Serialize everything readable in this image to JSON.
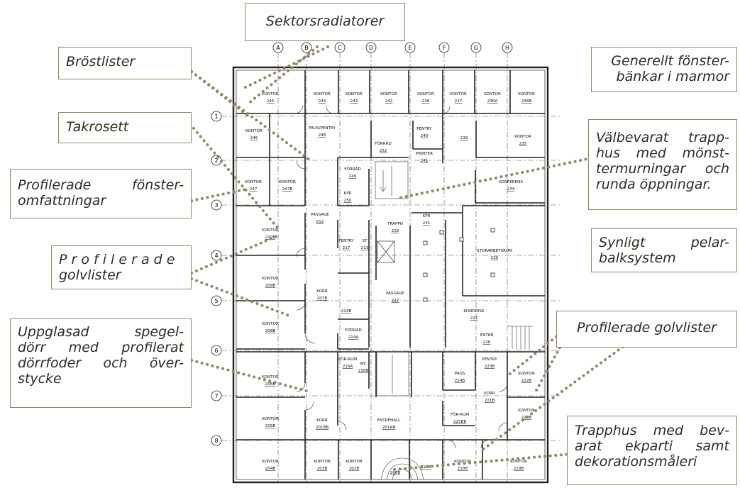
{
  "callouts": [
    {
      "id": "sektorsradiatorer",
      "text": "Sektorsradiatorer"
    },
    {
      "id": "brostlister",
      "text": "Bröstlister"
    },
    {
      "id": "takrosett",
      "text": "Takrosett"
    },
    {
      "id": "profilerade-fonsteromfattningar",
      "line1": "Profilerade fönster-",
      "line2": "omfattningar"
    },
    {
      "id": "profilerade-golvlister-1",
      "line1": "P r o f i l e r a d e",
      "line2": "golvlister"
    },
    {
      "id": "uppglasad-spegeldorr",
      "line1": "Uppglasad spegel-",
      "line2": "dörr med profilerat",
      "line3": "dörrfoder och över-",
      "line4": "stycke"
    },
    {
      "id": "generellt-fonsterbankar",
      "line1": "Generellt fönster-",
      "line2": "bänkar i marmor"
    },
    {
      "id": "valbevarat-trapphus",
      "line1": "Välbevarat trapp-",
      "line2": "hus med mönst-",
      "line3": "termurningar och",
      "line4": "runda öppningar."
    },
    {
      "id": "synligt-pelarbalksystem",
      "line1": "Synligt pelar-",
      "line2": "balksystem"
    },
    {
      "id": "profilerade-golvlister-2",
      "text": "Profilerade golvlister"
    },
    {
      "id": "trapphus-ekparti",
      "line1": "Trapphus med bev-",
      "line2": "arat ekparti samt",
      "line3": "dekorationsmåleri"
    }
  ],
  "grid_columns": [
    "A",
    "B",
    "C",
    "D",
    "E",
    "F",
    "G",
    "H"
  ],
  "grid_rows": [
    "1",
    "2",
    "3",
    "4",
    "5",
    "6",
    "7",
    "8"
  ],
  "rooms": [
    {
      "name": "KONTOR",
      "num": "245"
    },
    {
      "name": "KONTOR",
      "num": "244"
    },
    {
      "name": "KONTOR",
      "num": "243"
    },
    {
      "name": "KONTOR",
      "num": "242"
    },
    {
      "name": "KONTOR",
      "num": "238"
    },
    {
      "name": "KONTOR",
      "num": "237"
    },
    {
      "name": "KONTOR",
      "num": "236A"
    },
    {
      "name": "KONTOR",
      "num": "236B"
    },
    {
      "name": "KONTOR",
      "num": "246"
    },
    {
      "name": "PAUS/PENTRY",
      "num": "248"
    },
    {
      "name": "FÖRRÅD",
      "num": "252"
    },
    {
      "name": "PENTRY",
      "num": "240"
    },
    {
      "name": "",
      "num": "239"
    },
    {
      "name": "KONTOR",
      "num": "235"
    },
    {
      "name": "PRINTER",
      "num": "241"
    },
    {
      "name": "FÖRRÅD",
      "num": "249"
    },
    {
      "name": "KONTOR",
      "num": "247"
    },
    {
      "name": "KONTOR",
      "num": "247B"
    },
    {
      "name": "KPR",
      "num": "250"
    },
    {
      "name": "KONFERENS",
      "num": "234"
    },
    {
      "name": "TRAPPH",
      "num": "228"
    },
    {
      "name": "PASSAGE",
      "num": "212"
    },
    {
      "name": "KPR",
      "num": "231"
    },
    {
      "name": "KONTOR",
      "num": "210B"
    },
    {
      "name": "PENTRY",
      "num": "217"
    },
    {
      "name": "ST",
      "num": "213"
    },
    {
      "name": "STORARBETSRUM",
      "num": "230"
    },
    {
      "name": "KONTOR",
      "num": "209B"
    },
    {
      "name": "KORR",
      "num": "207B"
    },
    {
      "name": "PASSAGE",
      "num": "222"
    },
    {
      "name": "",
      "num": "214B"
    },
    {
      "name": "KUNDDISK",
      "num": "227"
    },
    {
      "name": "KONTOR",
      "num": "208B"
    },
    {
      "name": "FÖRRÅD",
      "num": "214A"
    },
    {
      "name": "ENTRÉ",
      "num": "226"
    },
    {
      "name": "FÖR-RUM",
      "num": "216A"
    },
    {
      "name": "WC",
      "num": "216B"
    },
    {
      "name": "PAUS",
      "num": "224B"
    },
    {
      "name": "PENTRY",
      "num": "223B"
    },
    {
      "name": "KONTOR",
      "num": "222B"
    },
    {
      "name": "KONTOR",
      "num": "206B"
    },
    {
      "name": "KORR",
      "num": "221B"
    },
    {
      "name": "KONTOR",
      "num": "205B"
    },
    {
      "name": "KORR",
      "num": "201BB"
    },
    {
      "name": "ENTRÉHALL",
      "num": "201AB"
    },
    {
      "name": "FÖR-RUM",
      "num": "225BB"
    },
    {
      "name": "KONTOR",
      "num": "220B"
    },
    {
      "name": "KONTOR",
      "num": "204B"
    },
    {
      "name": "KONTOR",
      "num": "203B"
    },
    {
      "name": "KONTOR",
      "num": "202B"
    },
    {
      "name": "",
      "num": "200B"
    },
    {
      "name": "",
      "num": "217B"
    },
    {
      "name": "KONTOR",
      "num": "218B"
    },
    {
      "name": "KONTOR",
      "num": "219B"
    }
  ],
  "colors": {
    "leader": "#948564",
    "border": "#948564",
    "text": "#2f2a22",
    "plan": "#222222"
  }
}
